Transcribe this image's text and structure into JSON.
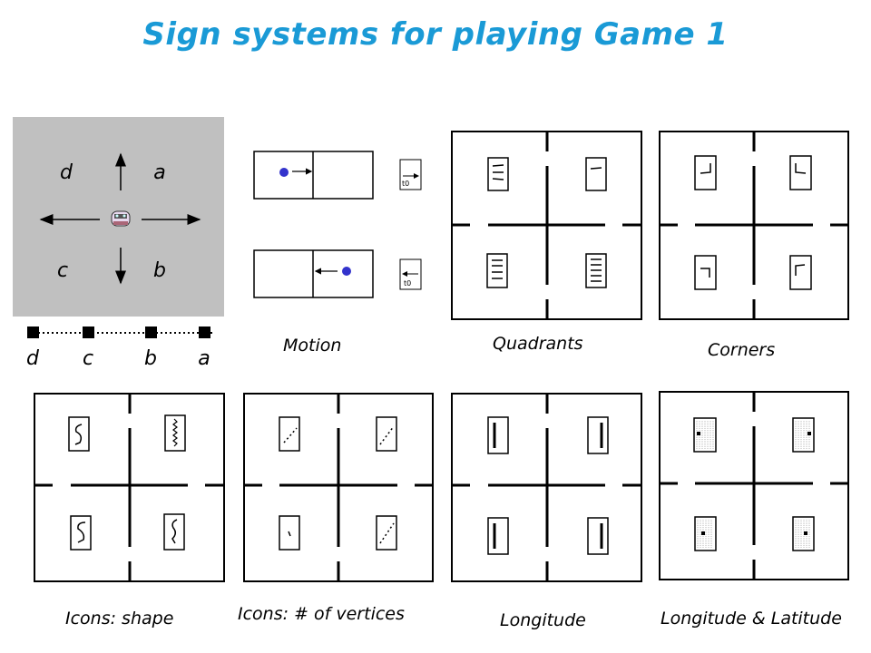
{
  "title": "Sign systems for playing Game 1",
  "compass": {
    "d": "d",
    "a": "a",
    "c": "c",
    "b": "b"
  },
  "scale_labels": [
    "d",
    "c",
    "b",
    "a"
  ],
  "motion_tlabel": "t0",
  "captions": {
    "motion": "Motion",
    "quadrants": "Quadrants",
    "corners": "Corners",
    "icons_shape": "Icons: shape",
    "icons_vertices": "Icons: # of vertices",
    "longitude": "Longitude",
    "longitude_latitude": "Longitude & Latitude"
  },
  "colors": {
    "title": "#1a9ad6",
    "dot": "#3333cc",
    "panel_grey": "#c0c0c0"
  }
}
